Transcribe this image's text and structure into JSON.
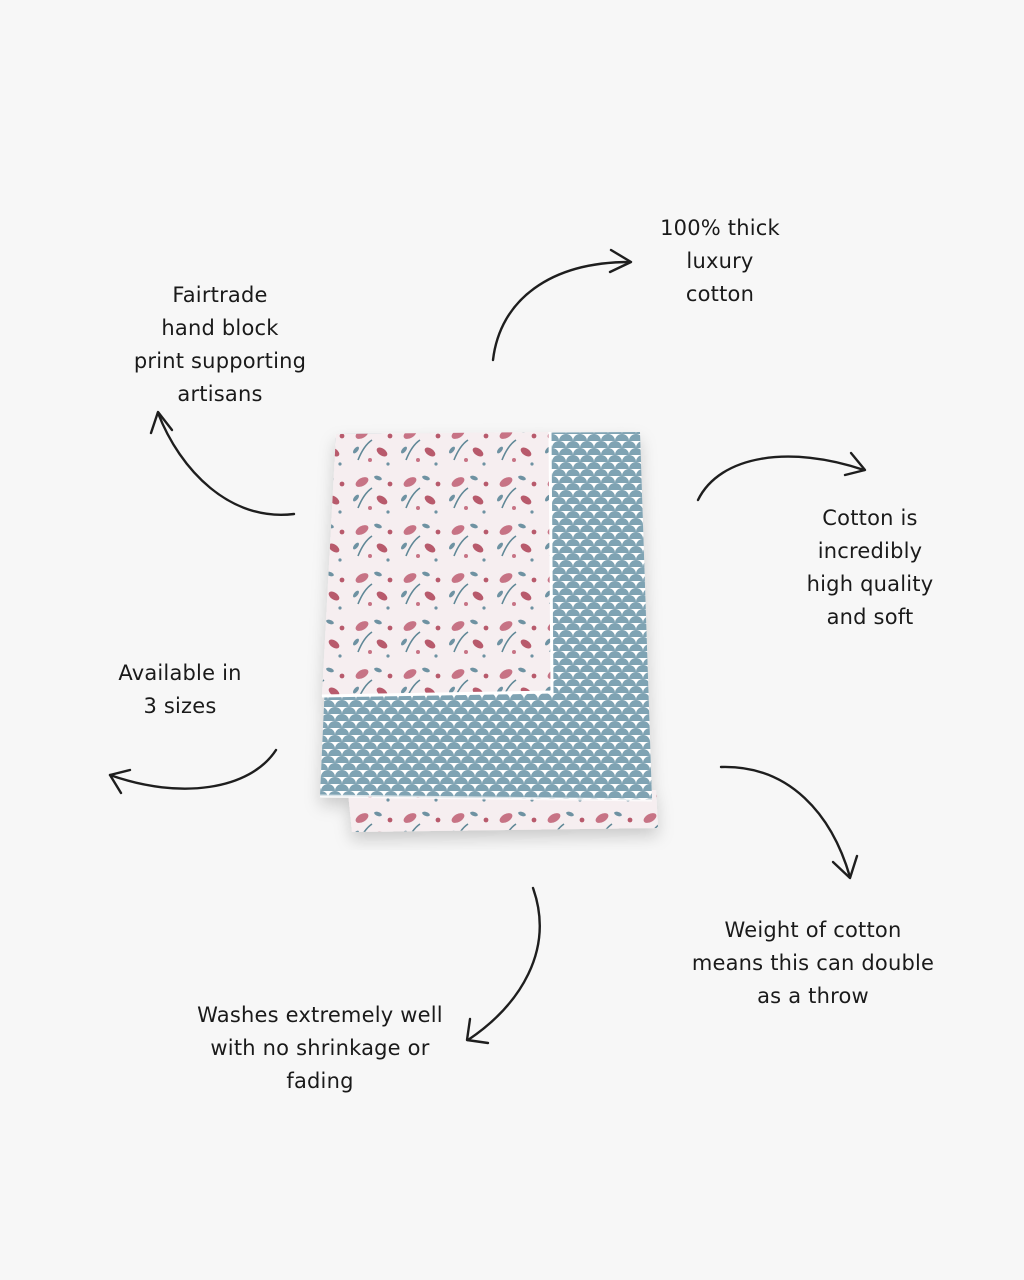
{
  "callouts": {
    "cotton": "100% thick\nluxury\ncotton",
    "fairtrade": "Fairtrade\nhand block\nprint supporting\nartisans",
    "quality": "Cotton is\nincredibly\nhigh quality\nand soft",
    "sizes": "Available in\n3 sizes",
    "weight": "Weight of cotton\nmeans this can double\nas a throw",
    "washes": "Washes extremely well\nwith no shrinkage or\nfading"
  },
  "colors": {
    "background": "#f7f7f7",
    "text": "#1a1a1a",
    "print_blue": "#7fa3b3",
    "print_red": "#b85a6c"
  },
  "product": {
    "description": "folded block-print cotton tablecloth"
  }
}
